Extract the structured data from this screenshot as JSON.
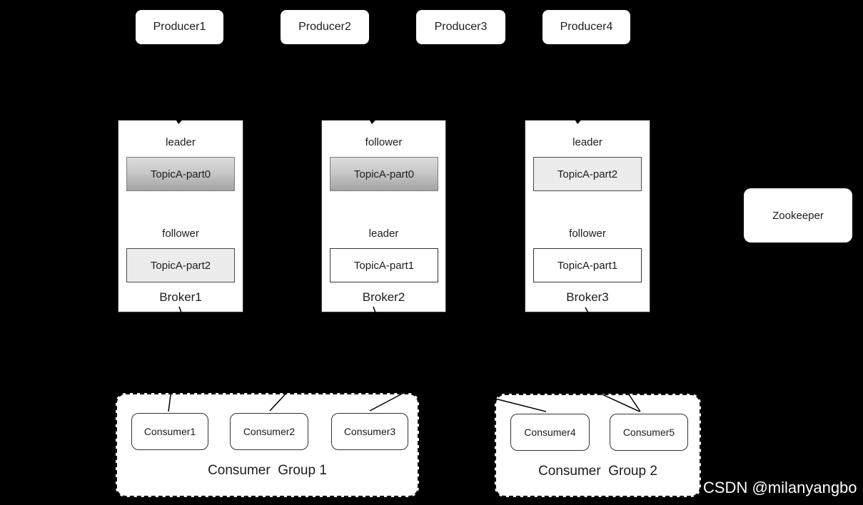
{
  "producers": [
    {
      "label": "Producer1"
    },
    {
      "label": "Producer2"
    },
    {
      "label": "Producer3"
    },
    {
      "label": "Producer4"
    }
  ],
  "brokers": [
    {
      "name": "Broker1",
      "sections": [
        {
          "role": "leader",
          "partition": "TopicA-part0",
          "shade": "gradient"
        },
        {
          "role": "follower",
          "partition": "TopicA-part2",
          "shade": "light"
        }
      ]
    },
    {
      "name": "Broker2",
      "sections": [
        {
          "role": "follower",
          "partition": "TopicA-part0",
          "shade": "gradient"
        },
        {
          "role": "leader",
          "partition": "TopicA-part1",
          "shade": "white"
        }
      ]
    },
    {
      "name": "Broker3",
      "sections": [
        {
          "role": "leader",
          "partition": "TopicA-part2",
          "shade": "light"
        },
        {
          "role": "follower",
          "partition": "TopicA-part1",
          "shade": "white"
        }
      ]
    }
  ],
  "zookeeper": {
    "label": "Zookeeper"
  },
  "consumer_groups": [
    {
      "label": "Consumer  Group 1",
      "consumers": [
        {
          "label": "Consumer1"
        },
        {
          "label": "Consumer2"
        },
        {
          "label": "Consumer3"
        }
      ]
    },
    {
      "label": "Consumer  Group 2",
      "consumers": [
        {
          "label": "Consumer4"
        },
        {
          "label": "Consumer5"
        }
      ]
    }
  ],
  "watermark": {
    "label": "CSDN @milanyangbo"
  },
  "colors": {
    "background": "#000000",
    "node_fill": "#ffffff",
    "text": "#1c1c1c",
    "partition_gradient_top": "#dcdcdc",
    "partition_gradient_bottom": "#a3a3a3",
    "partition_light_fill": "#ececec",
    "partition_white_fill": "#ffffff",
    "connector_line": "#000000",
    "watermark_text": "#ffffff"
  }
}
